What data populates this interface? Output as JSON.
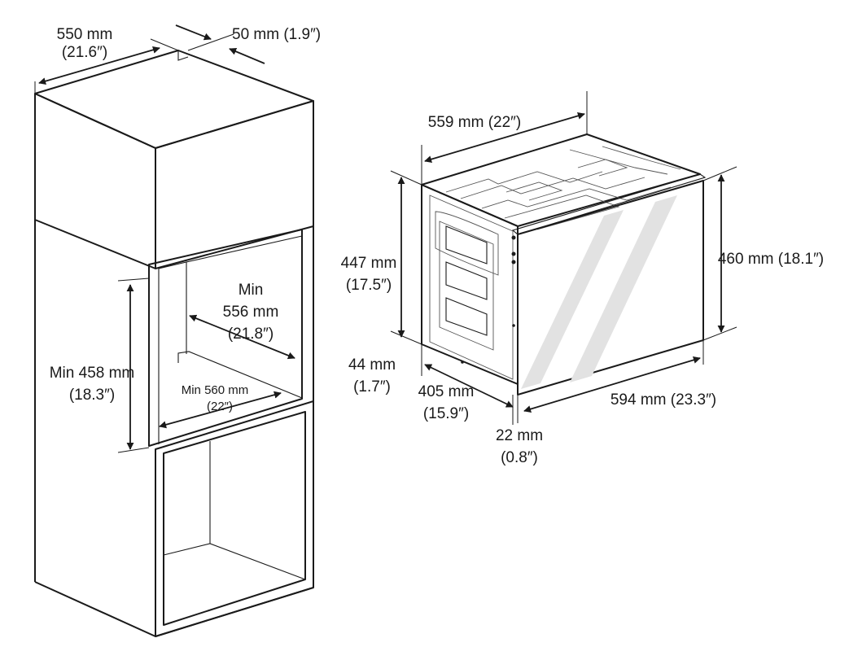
{
  "cabinet": {
    "top_width": {
      "line1": "550 mm",
      "line2": "(21.6″)"
    },
    "rear_gap": {
      "line1": "50 mm (1.9″)"
    },
    "niche_depth": {
      "line1": "Min",
      "line2": "556 mm",
      "line3": "(21.8″)"
    },
    "niche_height": {
      "line1": "Min 458 mm",
      "line2": "(18.3″)"
    },
    "niche_width": {
      "line1": "Min 560 mm",
      "line2": "(22″)"
    }
  },
  "appliance": {
    "depth": {
      "line1": "559 mm (22″)"
    },
    "body_height": {
      "line1": "447 mm",
      "line2": "(17.5″)"
    },
    "front_height": {
      "line1": "460 mm (18.1″)"
    },
    "bottom_offset": {
      "line1": "44 mm",
      "line2": "(1.7″)"
    },
    "body_depth": {
      "line1": "405 mm",
      "line2": "(15.9″)"
    },
    "front_width": {
      "line1": "594 mm (23.3″)"
    },
    "front_thickness": {
      "line1": "22 mm",
      "line2": "(0.8″)"
    }
  }
}
